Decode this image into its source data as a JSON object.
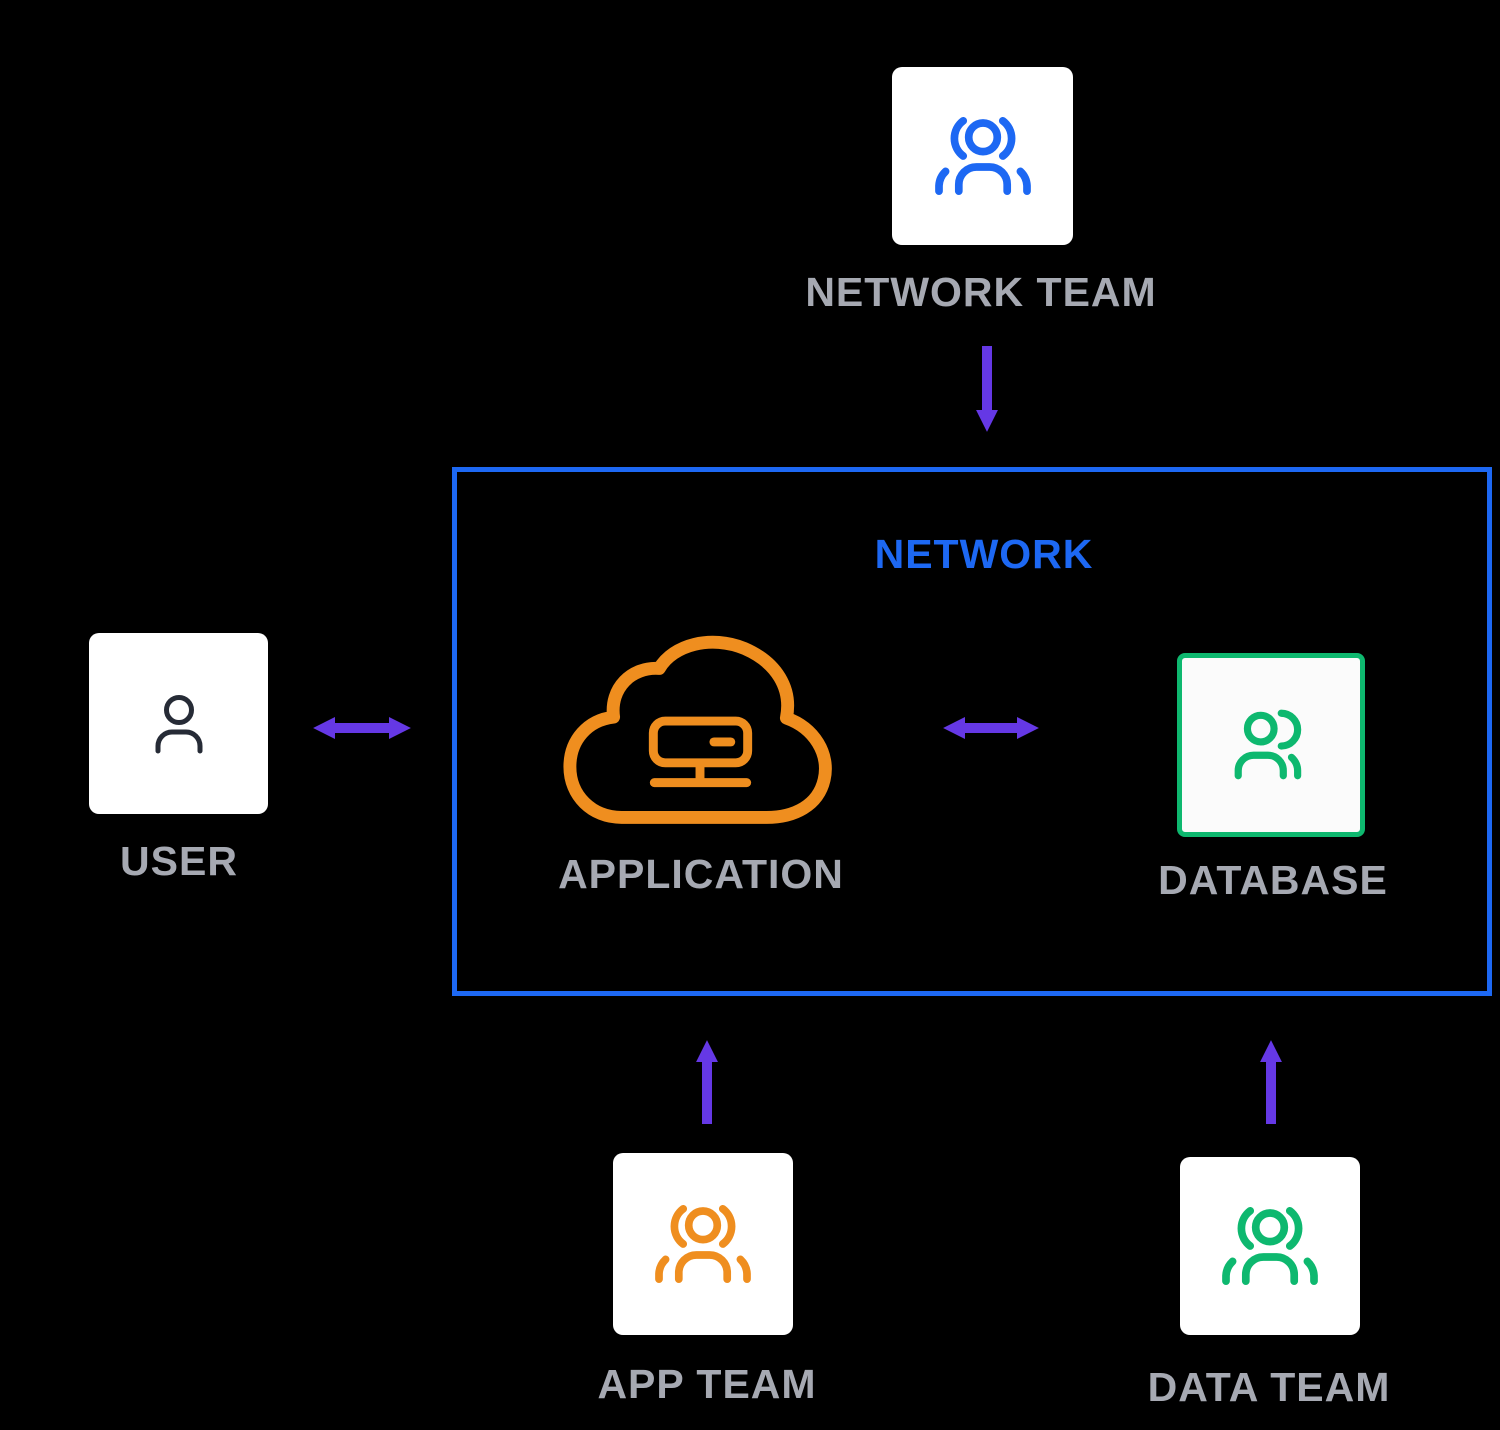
{
  "diagram": {
    "container": {
      "label": "NETWORK"
    },
    "nodes": {
      "network_team": {
        "label": "NETWORK TEAM",
        "icon": "team-icon",
        "icon_color": "#1d68f3"
      },
      "user": {
        "label": "USER",
        "icon": "person-icon",
        "icon_color": "#262b36"
      },
      "application": {
        "label": "APPLICATION",
        "icon": "cloud-server-icon",
        "icon_color": "#ef8e1f"
      },
      "database": {
        "label": "DATABASE",
        "icon": "two-person-icon",
        "icon_color": "#0eb86f"
      },
      "app_team": {
        "label": "APP TEAM",
        "icon": "team-icon",
        "icon_color": "#ef8e1f"
      },
      "data_team": {
        "label": "DATA TEAM",
        "icon": "team-icon",
        "icon_color": "#0eb86f"
      }
    },
    "edges": [
      {
        "from": "NETWORK TEAM",
        "to": "NETWORK",
        "direction": "down"
      },
      {
        "from": "USER",
        "to": "APPLICATION",
        "direction": "both"
      },
      {
        "from": "APPLICATION",
        "to": "DATABASE",
        "direction": "both"
      },
      {
        "from": "APP TEAM",
        "to": "APPLICATION",
        "direction": "up"
      },
      {
        "from": "DATA TEAM",
        "to": "DATABASE",
        "direction": "up"
      }
    ]
  },
  "colors": {
    "background": "#000000",
    "blue": "#1d68f3",
    "orange": "#ef8e1f",
    "green": "#0eb86f",
    "purple": "#6538e5",
    "label_gray": "#a6a9b2",
    "dark": "#262b36",
    "box_white": "#ffffff",
    "db_box_fill": "#fbfbfb"
  }
}
